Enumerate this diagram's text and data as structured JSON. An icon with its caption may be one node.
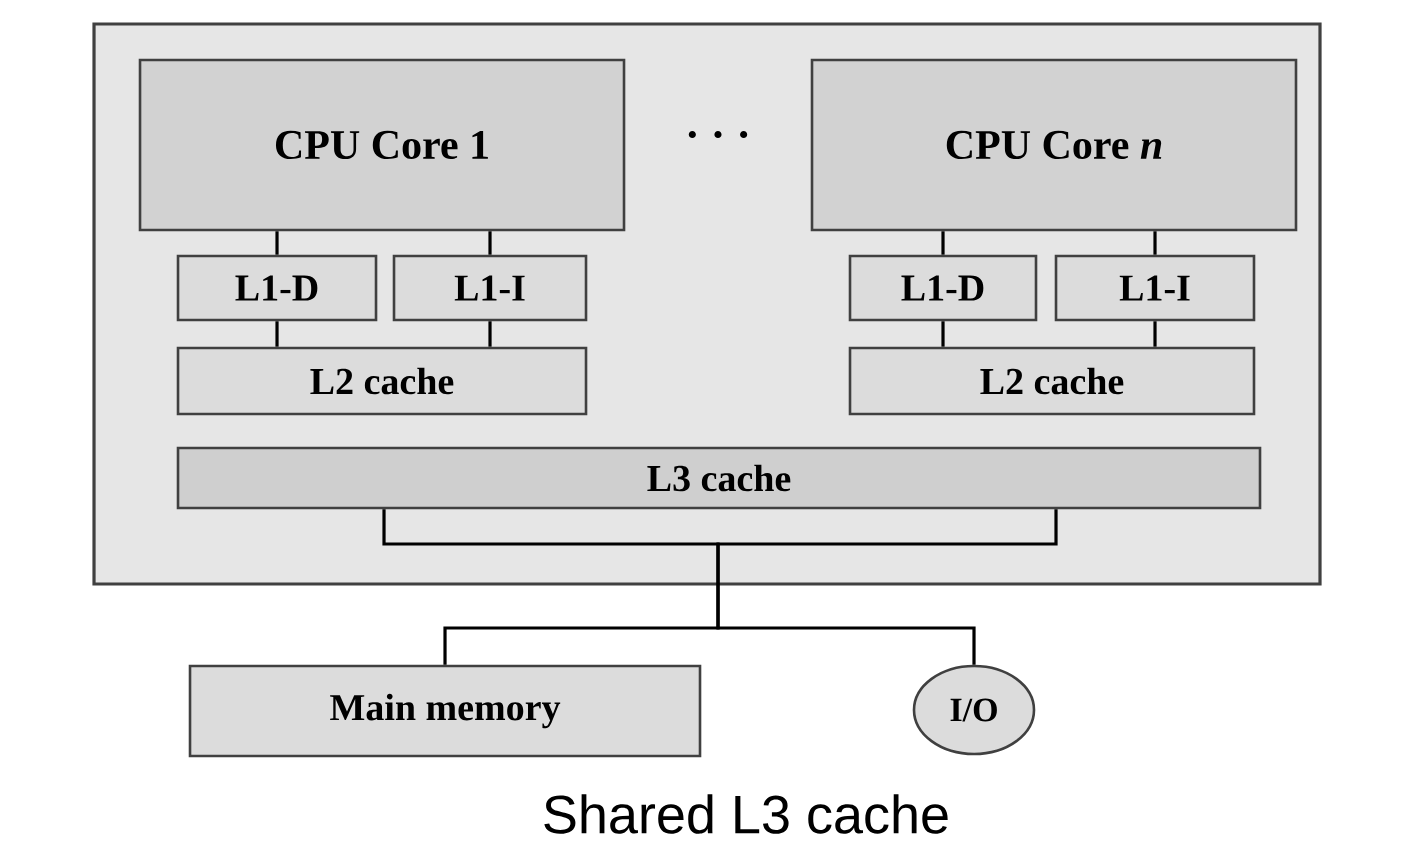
{
  "diagram": {
    "caption": "Shared L3 cache",
    "nodes": [
      {
        "text": [],
        "shape": "box"
      },
      {
        "text": [
          "CPU Core 1"
        ],
        "in": 0
      },
      {
        "text": [
          "CPU Core *n*"
        ],
        "in": 0
      },
      {
        "text": [
          "L1-D"
        ],
        "in": 0
      },
      {
        "text": [
          "L1-I"
        ],
        "in": 0
      },
      {
        "text": [
          "L1-D"
        ],
        "in": 0
      },
      {
        "text": [
          "L1-I"
        ],
        "in": 0
      },
      {
        "text": [
          "L2 cache"
        ],
        "in": 0
      },
      {
        "text": [
          "L2 cache"
        ],
        "in": 0
      },
      {
        "text": [
          "L3 cache"
        ],
        "in": 0
      },
      {
        "text": [
          "Main memory"
        ]
      },
      {
        "text": [
          "I/O"
        ]
      }
    ],
    "edges": [
      {
        "from": 1,
        "to": 3,
        "arrow": "none"
      },
      {
        "from": 1,
        "to": 4,
        "arrow": "none"
      },
      {
        "from": 3,
        "to": 7,
        "arrow": "none"
      },
      {
        "from": 4,
        "to": 7,
        "arrow": "none"
      },
      {
        "from": 2,
        "to": 5,
        "arrow": "none"
      },
      {
        "from": 2,
        "to": 6,
        "arrow": "none"
      },
      {
        "from": 5,
        "to": 8,
        "arrow": "none"
      },
      {
        "from": 6,
        "to": 8,
        "arrow": "none"
      },
      {
        "from": 9,
        "to": 10,
        "arrow": "none"
      },
      {
        "from": 9,
        "to": 11,
        "arrow": "none"
      }
    ],
    "labels": [
      "· · ·"
    ]
  }
}
